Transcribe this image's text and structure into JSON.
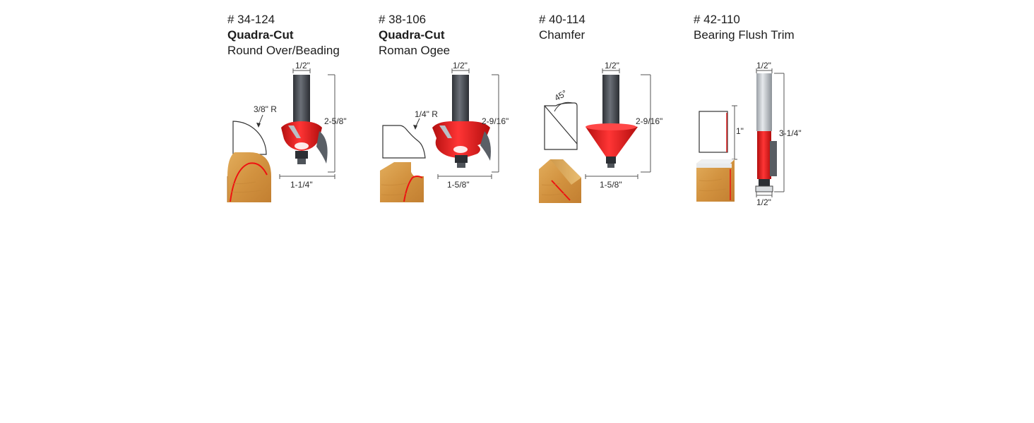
{
  "products": [
    {
      "sku": "# 34-124",
      "series": "Quadra-Cut",
      "name": "Round Over/Beading",
      "profile_label": "3/8\" R",
      "shank": "1/2\"",
      "length": "2-5/8\"",
      "cut_diameter": "1-1/4\""
    },
    {
      "sku": "# 38-106",
      "series": "Quadra-Cut",
      "name": "Roman Ogee",
      "profile_label": "1/4\" R",
      "shank": "1/2\"",
      "length": "2-9/16\"",
      "cut_diameter": "1-5/8\""
    },
    {
      "sku": "# 40-114",
      "name": "Chamfer",
      "profile_label": "45°",
      "shank": "1/2\"",
      "length": "2-9/16\"",
      "cut_diameter": "1-5/8\""
    },
    {
      "sku": "# 42-110",
      "name": "Bearing Flush Trim",
      "profile_label": "1\"",
      "shank": "1/2\"",
      "length": "3-1/4\"",
      "cut_diameter": "1/2\""
    }
  ],
  "colors": {
    "cutter_red": "#e41b1b",
    "shank_gray": "#4b4f55",
    "wood": "#d79a45",
    "profile_line": "#cc1f1f",
    "dimension_line": "#555555"
  }
}
